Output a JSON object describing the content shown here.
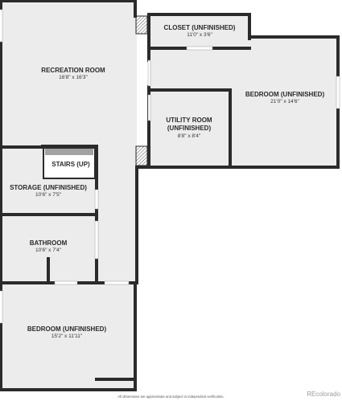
{
  "rooms": {
    "recreation": {
      "name": "RECREATION ROOM",
      "dims": "16'8\" x 16'3\""
    },
    "closet": {
      "name": "CLOSET (UNFINISHED)",
      "dims": "11'0\" x 3'6\""
    },
    "bedroom_east": {
      "name": "BEDROOM (UNFINISHED)",
      "dims": "21'0\" x 14'6\""
    },
    "utility": {
      "name_line1": "UTILITY ROOM",
      "name_line2": "(UNFINISHED)",
      "dims": "8'8\" x 8'4\""
    },
    "stairs": {
      "name": "STAIRS (UP)"
    },
    "storage": {
      "name": "STORAGE (UNFINISHED)",
      "dims": "10'6\" x 7'5\""
    },
    "bathroom": {
      "name": "BATHROOM",
      "dims": "10'6\" x 7'4\""
    },
    "bedroom_south": {
      "name": "BEDROOM (UNFINISHED)",
      "dims": "15'2\" x 11'11\""
    }
  },
  "footer": {
    "disclaimer": "All dimensions are approximate and subject to independent verification."
  },
  "branding": {
    "logo_text": "REcolorado"
  },
  "colors": {
    "floor": "#ececec",
    "wall": "#2b2b2b",
    "window": "#ffffff"
  }
}
